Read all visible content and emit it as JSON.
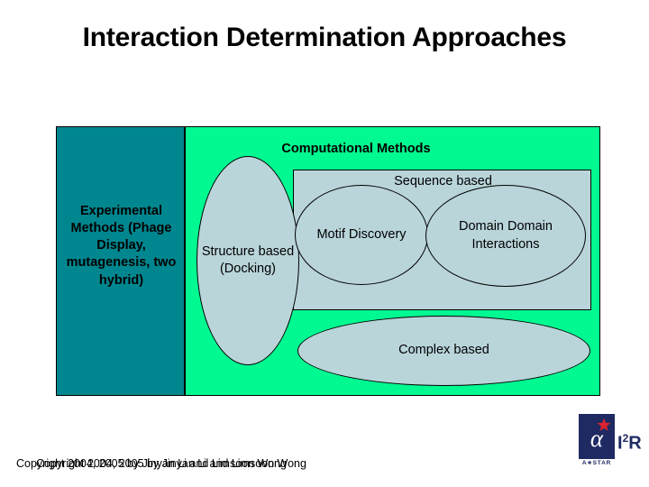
{
  "slide": {
    "title": "Interaction Determination Approaches"
  },
  "diagram": {
    "experimental_panel": {
      "label": "Experimental Methods (Phage Display, mutagenesis, two hybrid)",
      "color": "#00868f"
    },
    "computational_panel": {
      "label": "Computational Methods",
      "color": "#00f991"
    },
    "sequence_rect": {
      "label": "Sequence based",
      "color": "#b9d5da"
    },
    "ellipses": [
      {
        "name": "structure-based",
        "label": "Structure based (Docking)",
        "color": "#b9d5da"
      },
      {
        "name": "motif-discovery",
        "label": "Motif Discovery",
        "color": "#b9d5da"
      },
      {
        "name": "domain-domain-interactions",
        "label": "Domain Domain Interactions",
        "color": "#b9d5da"
      },
      {
        "name": "complex-based",
        "label": "Complex based",
        "color": "#b9d5da"
      }
    ]
  },
  "logo": {
    "alpha_glyph": "α",
    "astar_text": "A∗STAR",
    "i2r_text": "I",
    "i2r_sup": "2",
    "i2r_tail": "R",
    "square_color": "#1f2a63",
    "star_color": "#d9232e"
  },
  "footer": {
    "line_a": "Copyright 2004, 2005 by Jinyan Li and Limsoon Wong",
    "line_b": "Copyright 2004, 2005 by Jinyan Li and Limsoon Wong"
  }
}
